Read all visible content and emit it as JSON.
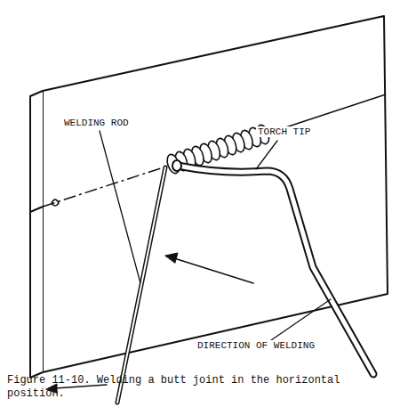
{
  "diagram": {
    "caption": "Figure 11-10. Welding a butt joint in the horizontal position.",
    "labels": [
      "WELDING ROD",
      "TORCH TIP",
      "DIRECTION OF WELDING"
    ]
  }
}
